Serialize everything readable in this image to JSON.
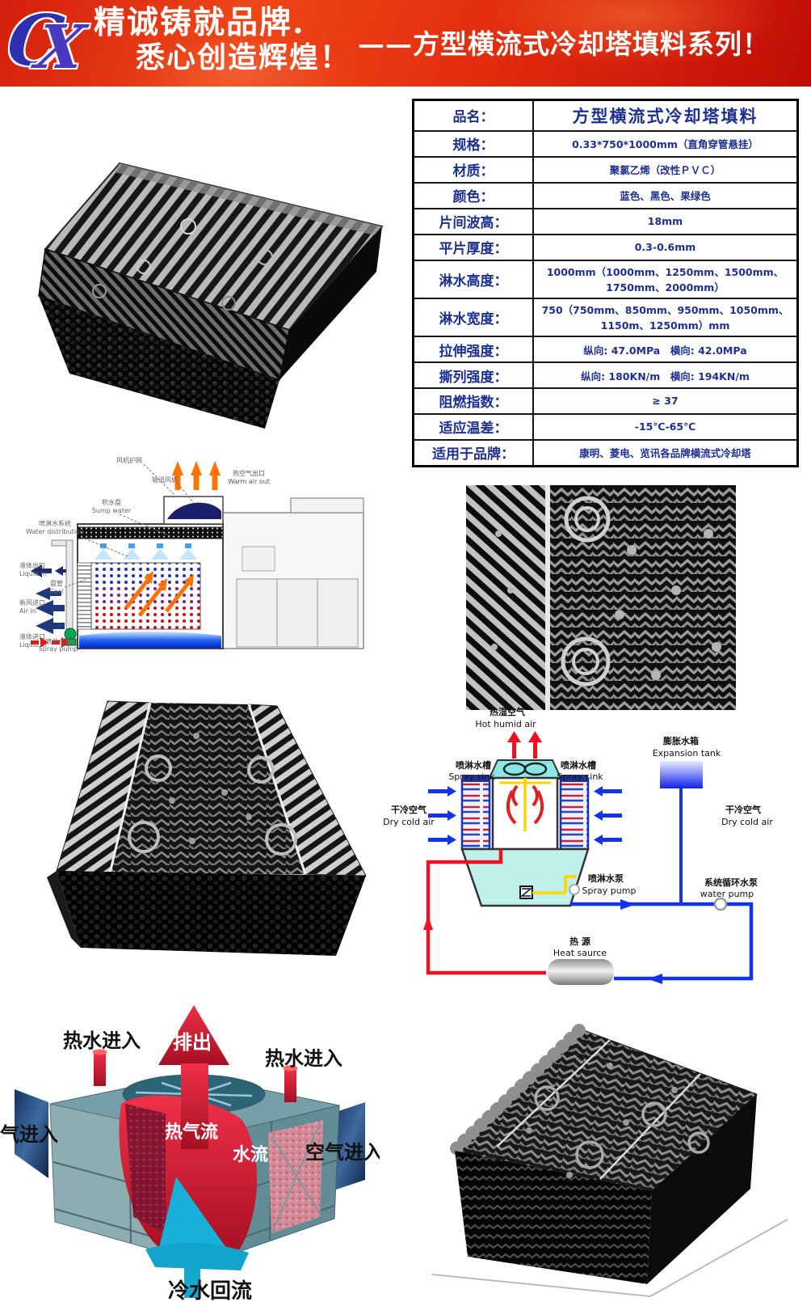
{
  "header": {
    "logo_c": "C",
    "logo_x": "X",
    "slogan_line1": "精诚铸就品牌.",
    "slogan_line2": "悉心创造辉煌！",
    "series_title": "——方型横流式冷却塔填料系列！",
    "colors": {
      "banner_red": "#e13512",
      "text": "#ffffff",
      "logo_blue": "#2d31b0"
    }
  },
  "spec_table": {
    "colors": {
      "text_navy": "#1d3091",
      "border": "#000000"
    },
    "rows": [
      {
        "label": "品名：",
        "value": "方型横流式冷却塔填料"
      },
      {
        "label": "规格：",
        "value": "0.33*750*1000mm（直角穿管悬挂）"
      },
      {
        "label": "材质：",
        "value": "聚氯乙烯（改性ＰＶＣ）"
      },
      {
        "label": "颜色：",
        "value": "蓝色、黑色、果绿色"
      },
      {
        "label": "片间波高：",
        "value": "18mm"
      },
      {
        "label": "平片厚度：",
        "value": "0.3-0.6mm"
      },
      {
        "label": "淋水高度：",
        "value": "1000mm（1000mm、1250mm、1500mm、1750mm、2000mm）"
      },
      {
        "label": "淋水宽度：",
        "value": "750（750mm、850mm、950mm、1050mm、1150m、1250mm）mm"
      },
      {
        "label": "拉伸强度：",
        "value": "纵向: 47.0MPa　横向: 42.0MPa"
      },
      {
        "label": "撕列强度：",
        "value": "纵向: 180KN/m　横向: 194KN/m"
      },
      {
        "label": "阻燃指数：",
        "value": "≥ 37"
      },
      {
        "label": "适应温差：",
        "value": "-15℃-65℃"
      },
      {
        "label": "适用于品牌：",
        "value": "康明、菱电、览讯各品牌横流式冷却塔"
      }
    ]
  },
  "closed_tower_diagram": {
    "fan_guard": "风机护网",
    "axial_fan": "轴流风机",
    "warm_air_cn": "热空气出口",
    "warm_air_en": "Warm air out",
    "sump_cn": "积水盘",
    "sump_en": "Sump water",
    "dist_cn": "喷淋水系统",
    "dist_en": "Water distribution",
    "liquid_out_cn": "液体出口",
    "liquid_out_en": "Liquid in",
    "coil_cn": "盘管",
    "coil_en": "Cool",
    "air_in_cn": "新风进口",
    "air_in_en": "Air in",
    "liquid_in_cn": "液体进口",
    "liquid_in_en": "Liquid in",
    "spray_pump_cn": "喷淋水泵",
    "spray_pump_en": "Spray pump"
  },
  "flow_diagram": {
    "hot_humid_cn": "热湿空气",
    "hot_humid_en": "Hot humid air",
    "expansion_cn": "膨胀水箱",
    "expansion_en": "Expansion tank",
    "spray_sink_cn": "喷淋水槽",
    "spray_sink_en": "Spray sink",
    "dry_cold_cn": "干冷空气",
    "dry_cold_en": "Dry cold air",
    "spray_pump_cn": "喷淋水泵",
    "spray_pump_en": "Spray pump",
    "water_pump_cn": "系统循环水泵",
    "water_pump_en": "water pump",
    "heat_cn": "热  源",
    "heat_en": "Heat saurce"
  },
  "cutaway_diagram": {
    "hot_in_left": "热水进入",
    "exhaust": "排出",
    "hot_in_right": "热水进入",
    "air_in_left": "气进入",
    "hot_air_flow": "热气流",
    "water_flow": "水流",
    "air_in_right": "空气进入",
    "cold_return": "冷水回流"
  }
}
